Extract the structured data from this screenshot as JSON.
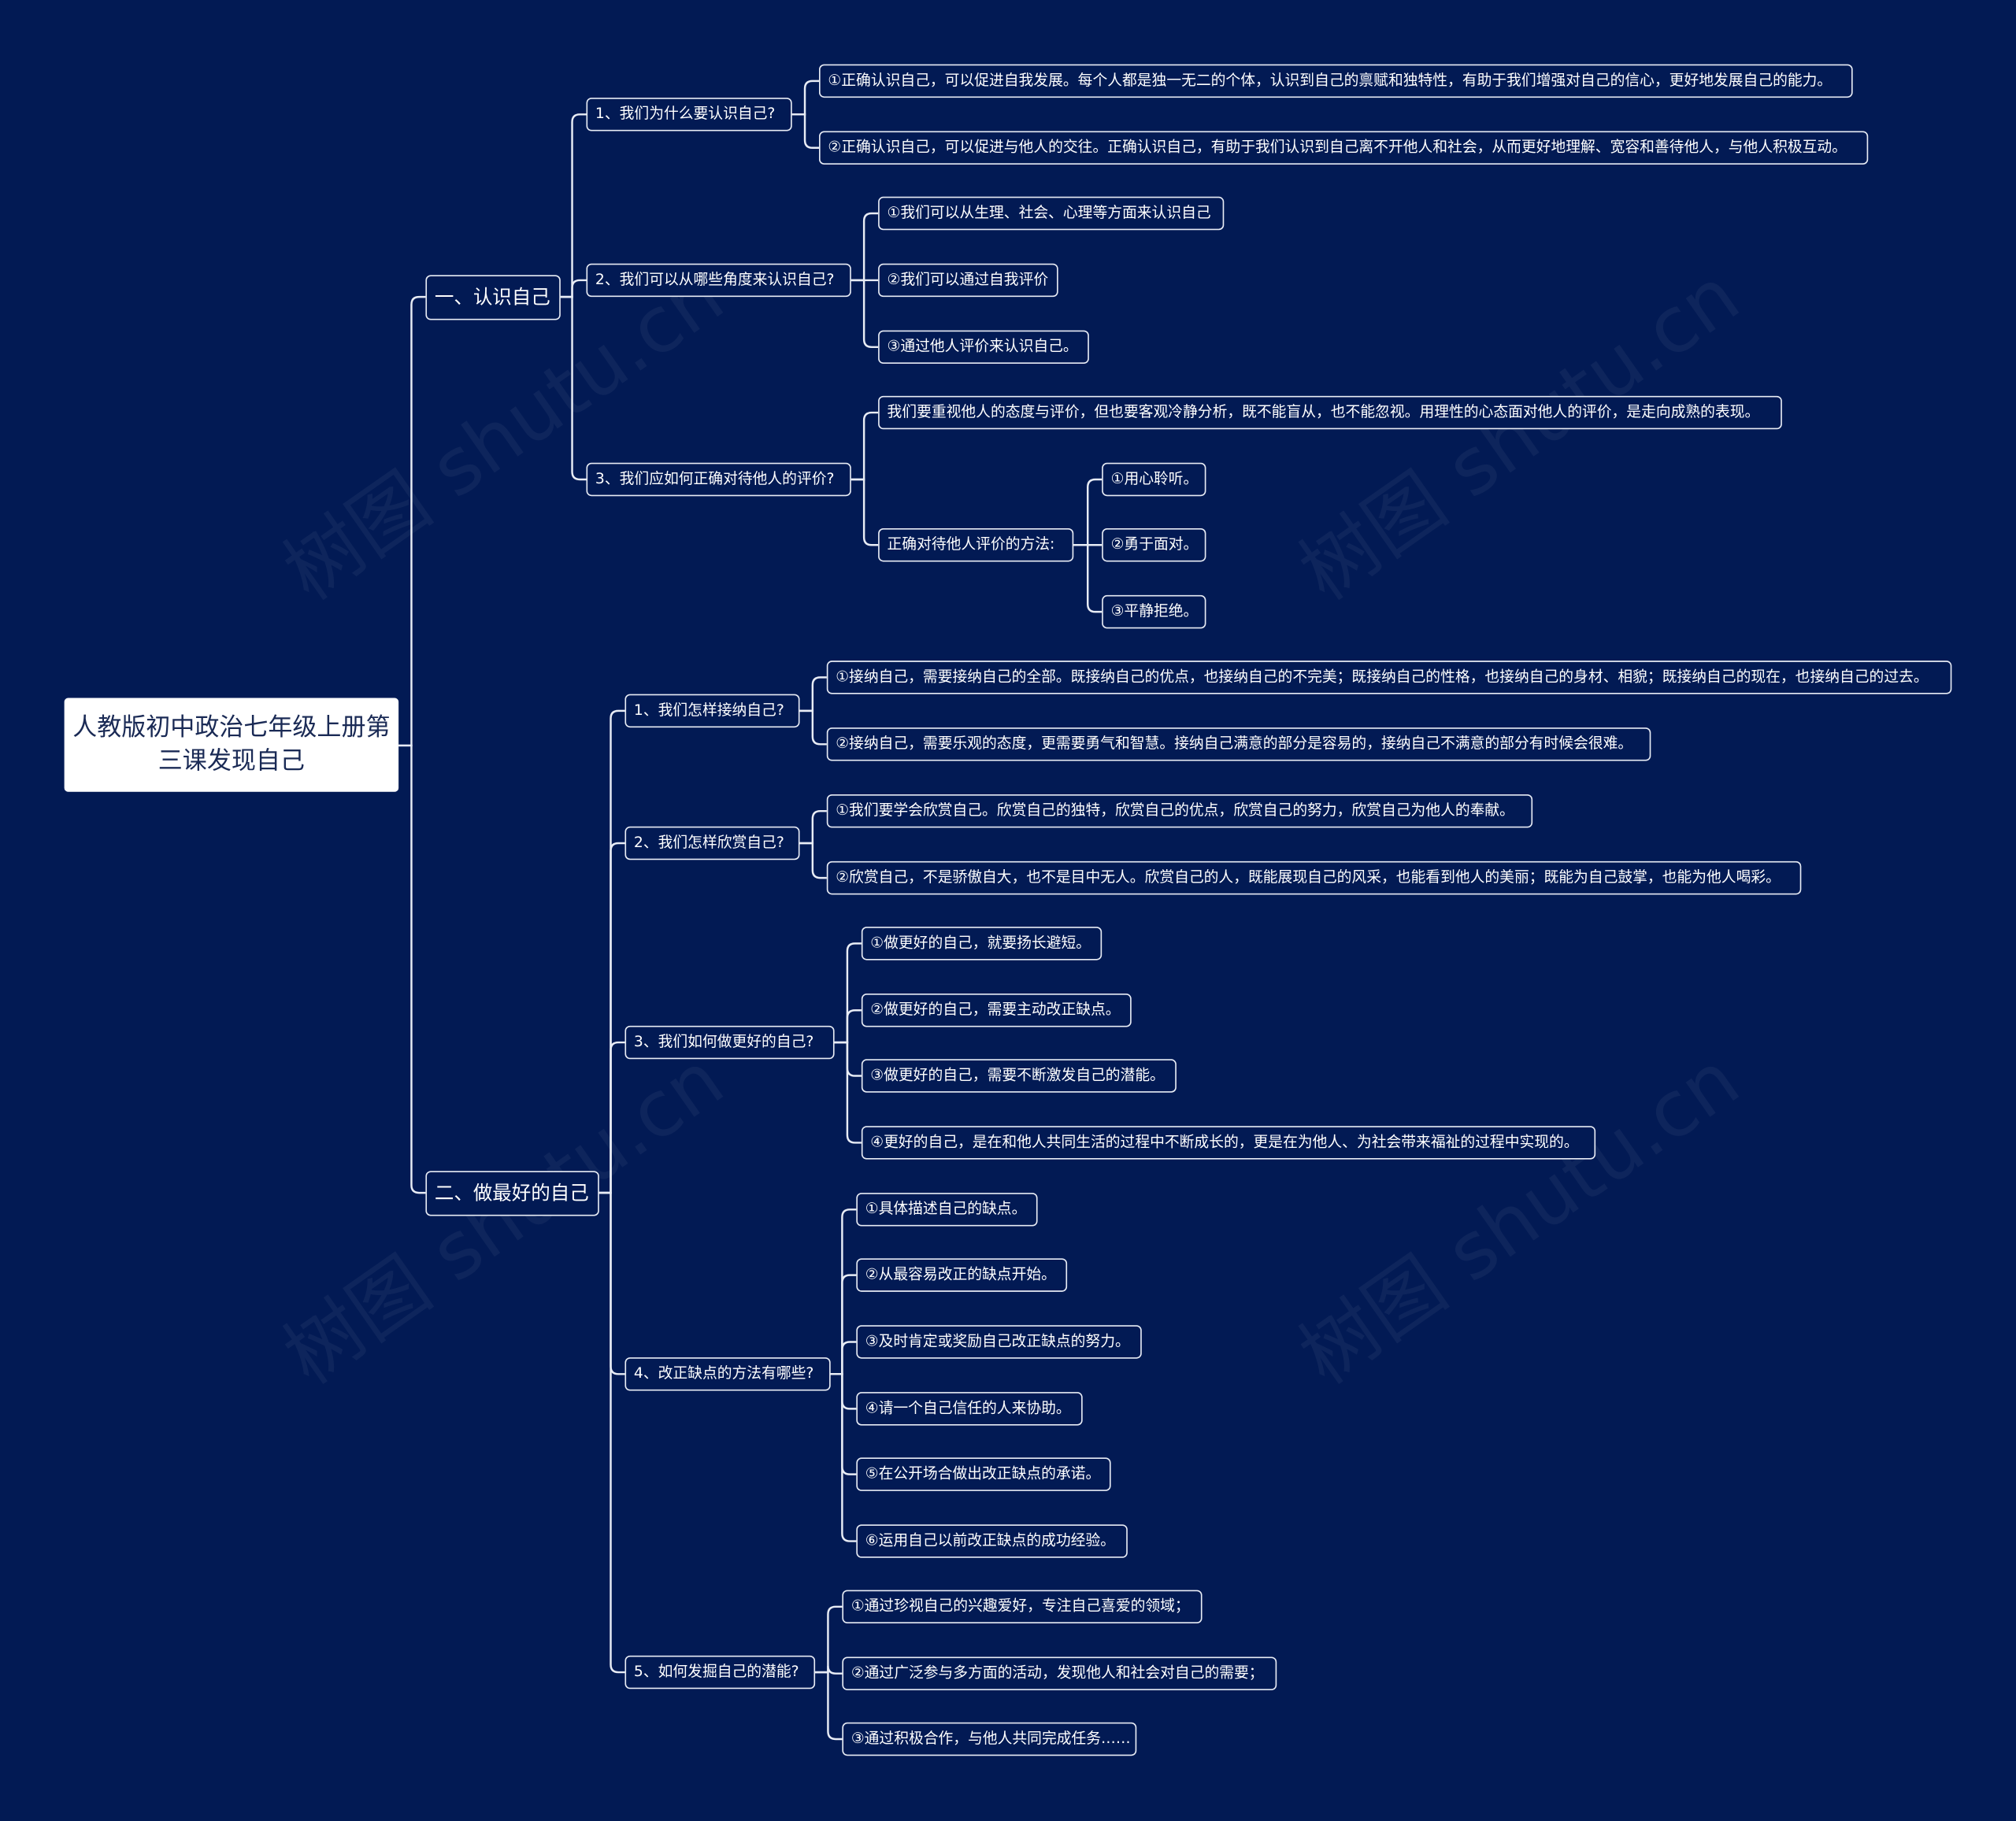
{
  "watermark": "树图 shutu.cn",
  "root": {
    "label": "人教版初中政治七年级上册第三课发现自己"
  },
  "sections": [
    {
      "label": "一、认识自己",
      "questions": [
        {
          "label": "1、我们为什么要认识自己?",
          "children": [
            {
              "label": "①正确认识自己，可以促进自我发展。每个人都是独一无二的个体，认识到自己的禀赋和独特性，有助于我们增强对自己的信心，更好地发展自己的能力。"
            },
            {
              "label": "②正确认识自己，可以促进与他人的交往。正确认识自己，有助于我们认识到自己离不开他人和社会，从而更好地理解、宽容和善待他人，与他人积极互动。"
            }
          ]
        },
        {
          "label": "2、我们可以从哪些角度来认识自己?",
          "children": [
            {
              "label": "①我们可以从生理、社会、心理等方面来认识自己"
            },
            {
              "label": "②我们可以通过自我评价"
            },
            {
              "label": "③通过他人评价来认识自己。"
            }
          ]
        },
        {
          "label": "3、我们应如何正确对待他人的评价?",
          "children": [
            {
              "label": "我们要重视他人的态度与评价，但也要客观冷静分析，既不能盲从，也不能忽视。用理性的心态面对他人的评价，是走向成熟的表现。"
            },
            {
              "label": "正确对待他人评价的方法:",
              "children": [
                {
                  "label": "①用心聆听。"
                },
                {
                  "label": "②勇于面对。"
                },
                {
                  "label": "③平静拒绝。"
                }
              ]
            }
          ]
        }
      ]
    },
    {
      "label": "二、做最好的自己",
      "questions": [
        {
          "label": "1、我们怎样接纳自己?",
          "children": [
            {
              "label": "①接纳自己，需要接纳自己的全部。既接纳自己的优点，也接纳自己的不完美；既接纳自己的性格，也接纳自己的身材、相貌；既接纳自己的现在，也接纳自己的过去。"
            },
            {
              "label": "②接纳自己，需要乐观的态度，更需要勇气和智慧。接纳自己满意的部分是容易的，接纳自己不满意的部分有时候会很难。"
            }
          ]
        },
        {
          "label": "2、我们怎样欣赏自己?",
          "children": [
            {
              "label": "①我们要学会欣赏自己。欣赏自己的独特，欣赏自己的优点，欣赏自己的努力，欣赏自己为他人的奉献。"
            },
            {
              "label": "②欣赏自己，不是骄傲自大，也不是目中无人。欣赏自己的人，既能展现自己的风采，也能看到他人的美丽；既能为自己鼓掌，也能为他人喝彩。"
            }
          ]
        },
        {
          "label": "3、我们如何做更好的自己?",
          "children": [
            {
              "label": "①做更好的自己，就要扬长避短。"
            },
            {
              "label": "②做更好的自己，需要主动改正缺点。"
            },
            {
              "label": "③做更好的自己，需要不断激发自己的潜能。"
            },
            {
              "label": "④更好的自己，是在和他人共同生活的过程中不断成长的，更是在为他人、为社会带来福祉的过程中实现的。"
            }
          ]
        },
        {
          "label": "4、改正缺点的方法有哪些?",
          "children": [
            {
              "label": "①具体描述自己的缺点。"
            },
            {
              "label": "②从最容易改正的缺点开始。"
            },
            {
              "label": "③及时肯定或奖励自己改正缺点的努力。"
            },
            {
              "label": "④请一个自己信任的人来协助。"
            },
            {
              "label": "⑤在公开场合做出改正缺点的承诺。"
            },
            {
              "label": "⑥运用自己以前改正缺点的成功经验。"
            }
          ]
        },
        {
          "label": "5、如何发掘自己的潜能?",
          "children": [
            {
              "label": "①通过珍视自己的兴趣爱好，专注自己喜爱的领域；"
            },
            {
              "label": "②通过广泛参与多方面的活动，发现他人和社会对自己的需要；"
            },
            {
              "label": "③通过积极合作，与他人共同完成任务……"
            }
          ]
        }
      ]
    }
  ]
}
